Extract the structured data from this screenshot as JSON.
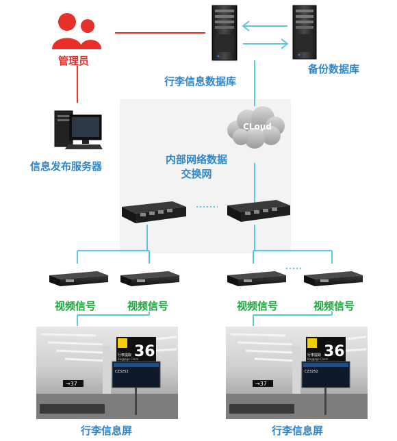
{
  "nodes": {
    "admin": {
      "label": "管理员"
    },
    "luggage_db": {
      "label": "行李信息数据库"
    },
    "backup_db": {
      "label": "备份数据库"
    },
    "publish_server": {
      "label": "信息发布服务器"
    },
    "cloud": {
      "label": "CLoud"
    },
    "internal_network": {
      "label_line1": "内部网络数据",
      "label_line2": "交换网"
    },
    "signal_boxes": [
      {
        "label": "视频信号"
      },
      {
        "label": "视频信号"
      },
      {
        "label": "视频信号"
      },
      {
        "label": "视频信号"
      }
    ],
    "screens": [
      {
        "label": "行李信息屏",
        "board_title": "行李提取",
        "board_subtitle": "Baggage Claim",
        "board_number": "36",
        "flight": "CZ3252",
        "gate_sign": "→37"
      },
      {
        "label": "行李信息屏",
        "board_title": "行李提取",
        "board_subtitle": "Baggage Claim",
        "board_number": "36",
        "flight": "CZ3252",
        "gate_sign": "→37"
      }
    ]
  },
  "colors": {
    "admin_red": "#e8302b",
    "link_blue": "#5bc7d9",
    "label_blue": "#2f86c8",
    "label_green": "#1aa83c"
  }
}
